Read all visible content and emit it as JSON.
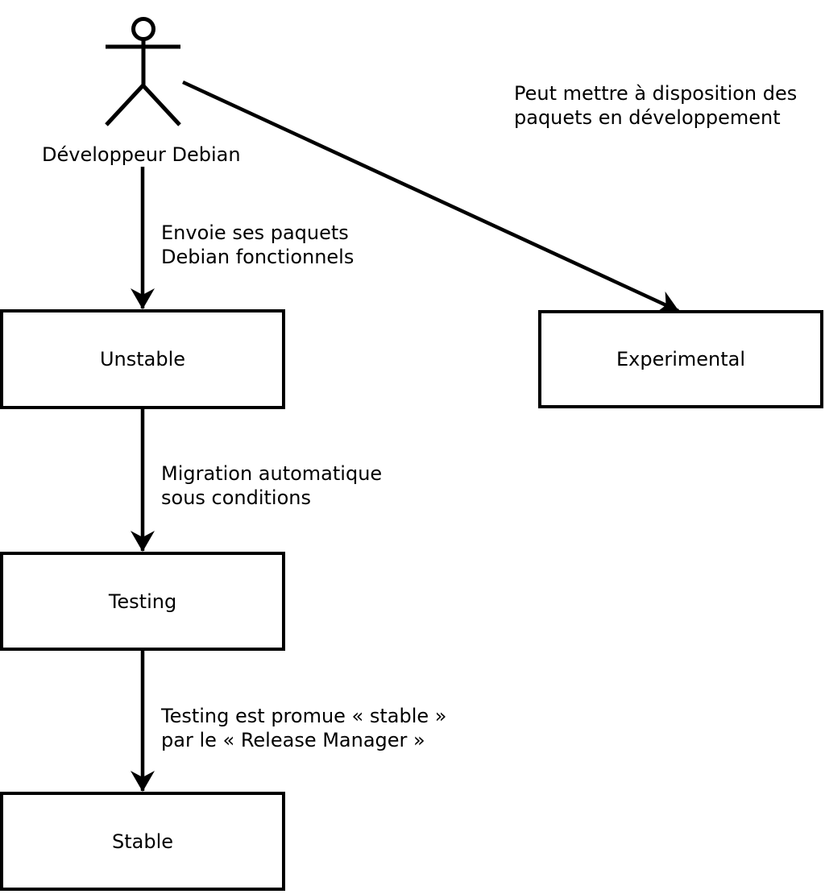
{
  "diagram": {
    "actor": {
      "label": "Développeur Debian"
    },
    "nodes": [
      {
        "id": "unstable",
        "label": "Unstable"
      },
      {
        "id": "experimental",
        "label": "Experimental"
      },
      {
        "id": "testing",
        "label": "Testing"
      },
      {
        "id": "stable",
        "label": "Stable"
      }
    ],
    "annotations": {
      "to_experimental": "Peut mettre à disposition des\npaquets en développement",
      "to_unstable": "Envoie ses paquets\nDebian fonctionnels",
      "to_testing": "Migration automatique\nsous conditions",
      "to_stable": "Testing est promue « stable »\npar le « Release Manager »"
    },
    "colors": {
      "stroke": "#000000",
      "background": "#ffffff",
      "box_fill": "#ffffff"
    }
  }
}
